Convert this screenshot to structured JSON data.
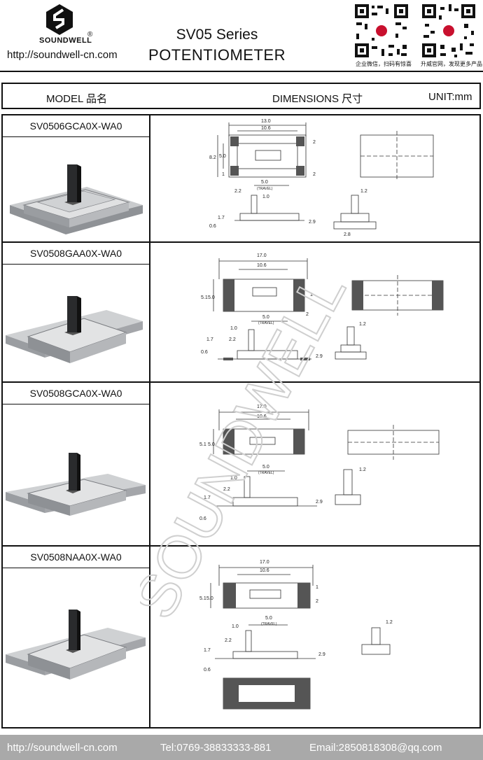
{
  "header": {
    "brand": "SOUNDWELL",
    "registered": "®",
    "website": "http://soundwell-cn.com",
    "series": "SV05 Series",
    "product": "POTENTIOMETER",
    "qr_caption_left": "企业微信，扫码有惊喜",
    "qr_caption_right": "升威官网，发现更多产品"
  },
  "table_header": {
    "model": "MODEL 品名",
    "dimensions": "DIMENSIONS 尺寸",
    "unit": "UNIT:mm"
  },
  "rows": [
    {
      "model": "SV0506GCA0X-WA0",
      "dims": {
        "w": "13.0",
        "inner": "10.6",
        "h1": "8.2",
        "h2": "5.0",
        "travel": "5.0",
        "travel_label": "(TRAVEL)",
        "knob": "1.0",
        "knob_h": "2.2",
        "base1": "1.7",
        "base2": "0.6",
        "total_h": "2.9",
        "knob_w": "1.2",
        "side_w": "2.8",
        "pin1": "1",
        "pin2": "2"
      }
    },
    {
      "model": "SV0508GAA0X-WA0",
      "dims": {
        "w": "17.0",
        "inner": "10.6",
        "h1": "5.1",
        "h2": "5.0",
        "travel": "5.0",
        "travel_label": "(TRAVEL)",
        "knob": "1.0",
        "knob_h": "2.2",
        "base1": "1.7",
        "base2": "0.6",
        "total_h": "2.9",
        "knob_w": "1.2",
        "pin1": "1",
        "pin2": "2"
      }
    },
    {
      "model": "SV0508GCA0X-WA0",
      "dims": {
        "w": "17.0",
        "inner": "10.6",
        "h1": "5.1",
        "h2": "5.0",
        "travel": "5.0",
        "travel_label": "(TRAVEL)",
        "knob": "1.0",
        "knob_h": "2.2",
        "base1": "1.7",
        "base2": "0.6",
        "total_h": "2.9",
        "knob_w": "1.2"
      }
    },
    {
      "model": "SV0508NAA0X-WA0",
      "dims": {
        "w": "17.0",
        "inner": "10.6",
        "h1": "5.1",
        "h2": "5.0",
        "travel": "5.0",
        "travel_label": "(TRAVEL)",
        "knob": "1.0",
        "knob_h": "2.2",
        "base1": "1.7",
        "base2": "0.6",
        "total_h": "2.9",
        "knob_w": "1.2",
        "pin1": "1",
        "pin2": "2"
      }
    }
  ],
  "watermark": "SOUNDWELL",
  "footer": {
    "website": "http://soundwell-cn.com",
    "tel": "Tel:0769-38833333-881",
    "email": "Email:2850818308@qq.com"
  }
}
